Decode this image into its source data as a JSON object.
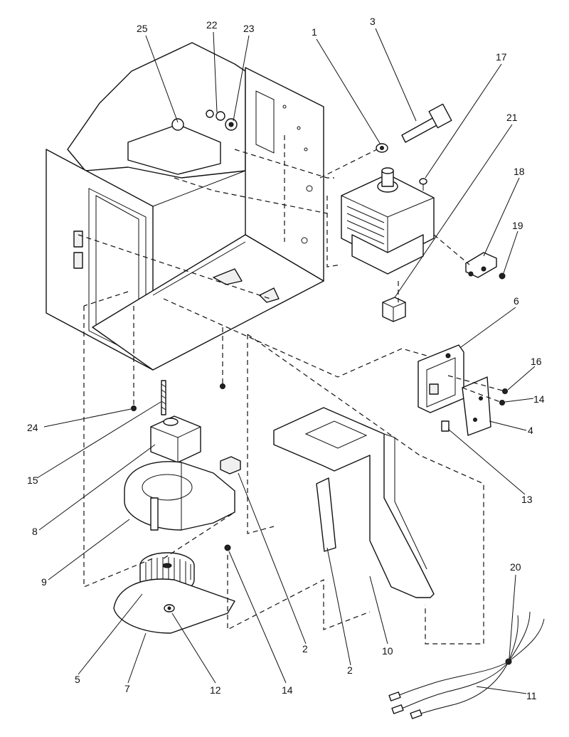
{
  "callouts": [
    {
      "id": "25",
      "label": "25"
    },
    {
      "id": "22",
      "label": "22"
    },
    {
      "id": "23",
      "label": "23"
    },
    {
      "id": "1",
      "label": "1"
    },
    {
      "id": "3",
      "label": "3"
    },
    {
      "id": "17",
      "label": "17"
    },
    {
      "id": "21",
      "label": "21"
    },
    {
      "id": "18",
      "label": "18"
    },
    {
      "id": "19",
      "label": "19"
    },
    {
      "id": "6",
      "label": "6"
    },
    {
      "id": "16",
      "label": "16"
    },
    {
      "id": "14a",
      "label": "14"
    },
    {
      "id": "4",
      "label": "4"
    },
    {
      "id": "13",
      "label": "13"
    },
    {
      "id": "24",
      "label": "24"
    },
    {
      "id": "15",
      "label": "15"
    },
    {
      "id": "8",
      "label": "8"
    },
    {
      "id": "9",
      "label": "9"
    },
    {
      "id": "2a",
      "label": "2"
    },
    {
      "id": "2b",
      "label": "2"
    },
    {
      "id": "10",
      "label": "10"
    },
    {
      "id": "20",
      "label": "20"
    },
    {
      "id": "11",
      "label": "11"
    },
    {
      "id": "5",
      "label": "5"
    },
    {
      "id": "7",
      "label": "7"
    },
    {
      "id": "12",
      "label": "12"
    },
    {
      "id": "14b",
      "label": "14"
    }
  ]
}
